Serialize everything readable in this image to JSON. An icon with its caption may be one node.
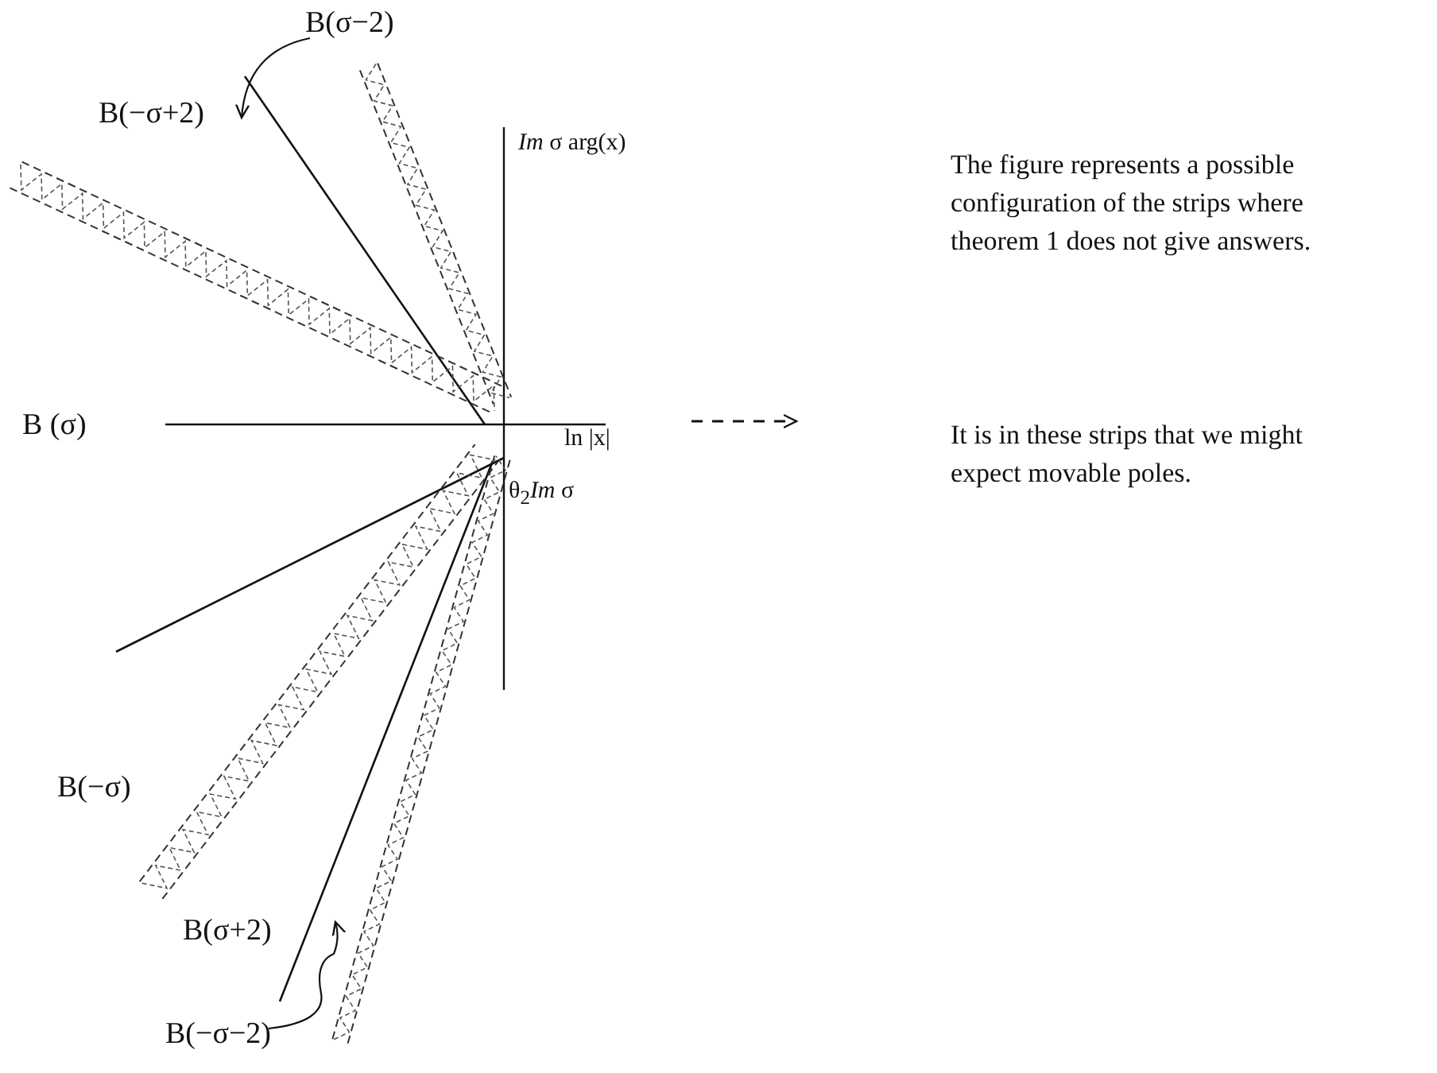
{
  "diagram": {
    "nodes": [
      {
        "text": [
          "B(σ−2)"
        ]
      },
      {
        "text": [
          "B(−σ−2)"
        ]
      }
    ],
    "edges": [
      {
        "from": 0,
        "to": null,
        "arrow": "to"
      },
      {
        "from": 1,
        "to": null,
        "arrow": "to"
      }
    ],
    "labels": [
      "B(−σ+2)",
      "*Im* σ  arg(x)",
      "The figure represents a possible configuration of the strips where theorem 1 does not give answers.",
      "B (σ)",
      "ln |x|",
      "It is in these strips that we might expect movable poles.",
      "θ$_{2}$*Im* σ",
      "B(−σ)",
      "B(σ+2)"
    ]
  }
}
